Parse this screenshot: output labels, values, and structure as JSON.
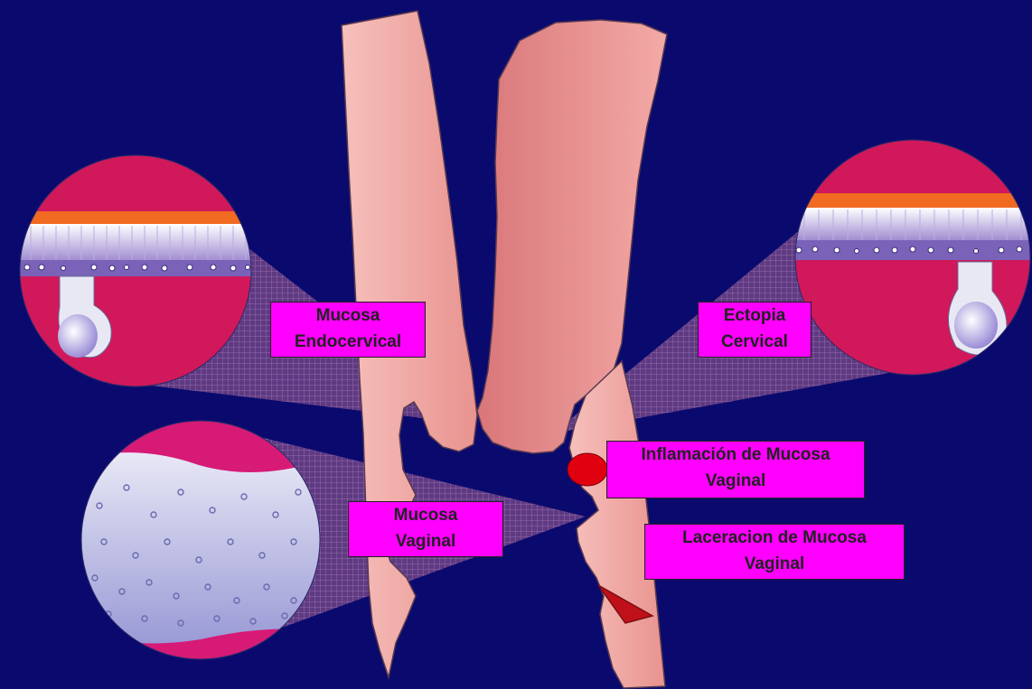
{
  "colors": {
    "background": "#0a0a6e",
    "tissue": "#f2a8a4",
    "label": "#ff00ff",
    "inflammation": "#e00010",
    "laceration": "#c0101a"
  },
  "labels": {
    "endocervical": {
      "line1": "Mucosa",
      "line2": "Endocervical"
    },
    "ectopia": {
      "line1": "Ectopia",
      "line2": "Cervical"
    },
    "inflamacion": {
      "line1": "Inflamación de Mucosa",
      "line2": "Vaginal"
    },
    "vaginal": {
      "line1": "Mucosa",
      "line2": "Vaginal"
    },
    "laceracion": {
      "line1": "Laceracion de Mucosa",
      "line2": "Vaginal"
    }
  }
}
